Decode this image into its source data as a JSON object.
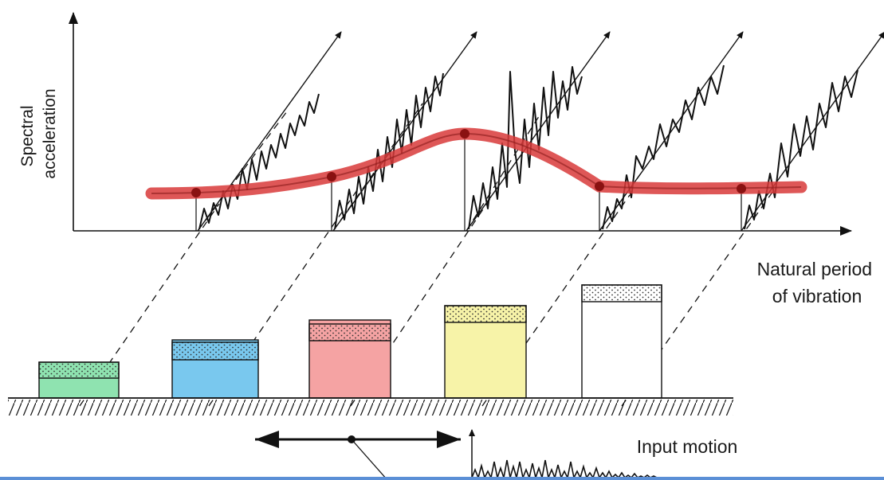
{
  "labels": {
    "y_axis_line1": "Spectral",
    "y_axis_line2": "acceleration",
    "x_axis_line1": "Natural period",
    "x_axis_line2": "of vibration",
    "input_motion": "Input motion"
  },
  "colors": {
    "spectrum_curve": "#d83a3a",
    "building_green": "#8fe3b0",
    "building_blue": "#79c8ee",
    "building_red": "#f5a3a3",
    "building_yellow": "#f7f3a8",
    "building_white": "#ffffff",
    "ink": "#111111"
  },
  "buildings": [
    {
      "name": "green",
      "color_key": "building_green"
    },
    {
      "name": "blue",
      "color_key": "building_blue"
    },
    {
      "name": "red",
      "color_key": "building_red"
    },
    {
      "name": "yellow",
      "color_key": "building_yellow"
    },
    {
      "name": "white",
      "color_key": "building_white"
    }
  ]
}
